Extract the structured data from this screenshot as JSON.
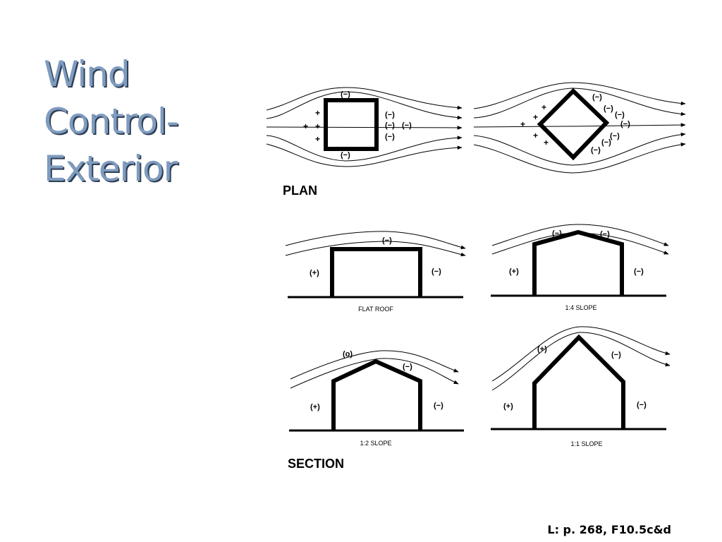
{
  "slide": {
    "title_lines": [
      "Wind",
      "Control-",
      "Exterior"
    ],
    "footer": "L: p. 268, F10.5c&d"
  },
  "diagram": {
    "plan_heading": "PLAN",
    "section_heading": "SECTION",
    "signs": {
      "positive": "+",
      "negative": "(−)",
      "positive_paren": "(+)",
      "neutral": "(o)"
    },
    "captions": {
      "flat_roof": "FLAT ROOF",
      "slope_1_4": "1:4 SLOPE",
      "slope_1_2": "1:2 SLOPE",
      "slope_1_1": "1:1 SLOPE"
    }
  }
}
